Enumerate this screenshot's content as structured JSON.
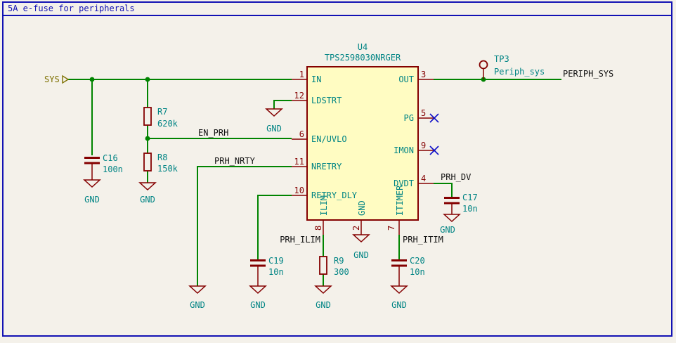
{
  "title_block": {
    "title": "5A e-fuse for peripherals"
  },
  "colors": {
    "background": "#f4f1ea",
    "frame": "#1212b4",
    "wire": "#008400",
    "symbol": "#840000",
    "pin_number": "#840000",
    "pin_name": "#008484",
    "label": "#101010",
    "global_label": "#7d7000",
    "noconnect": "#0f0fc8",
    "ic_fill": "#fffcc2"
  },
  "ic": {
    "reference": "U4",
    "value": "TPS2598030NRGER",
    "pins_left": [
      {
        "num": "1",
        "name": "IN"
      },
      {
        "num": "12",
        "name": "LDSTRT"
      },
      {
        "num": "6",
        "name": "EN/UVLO"
      },
      {
        "num": "11",
        "name": "NRETRY"
      },
      {
        "num": "10",
        "name": "RETRY_DLY"
      }
    ],
    "pins_right": [
      {
        "num": "3",
        "name": "OUT"
      },
      {
        "num": "5",
        "name": "PG"
      },
      {
        "num": "9",
        "name": "IMON"
      },
      {
        "num": "4",
        "name": "DVDT"
      }
    ],
    "pins_bottom": [
      {
        "num": "8",
        "name": "ILIM"
      },
      {
        "num": "2",
        "name": "GND"
      },
      {
        "num": "7",
        "name": "ITIMER"
      }
    ]
  },
  "components": {
    "r7": {
      "ref": "R7",
      "value": "620k"
    },
    "r8": {
      "ref": "R8",
      "value": "150k"
    },
    "r9": {
      "ref": "R9",
      "value": "300"
    },
    "c16": {
      "ref": "C16",
      "value": "100n"
    },
    "c17": {
      "ref": "C17",
      "value": "10n"
    },
    "c19": {
      "ref": "C19",
      "value": "10n"
    },
    "c20": {
      "ref": "C20",
      "value": "10n"
    },
    "tp3": {
      "ref": "TP3",
      "value": "Periph_sys"
    }
  },
  "net_labels": {
    "sys": "SYS",
    "periph_sys": "PERIPH_SYS",
    "en_prh": "EN_PRH",
    "prh_nrty": "PRH_NRTY",
    "prh_ilim": "PRH_ILIM",
    "prh_itim": "PRH_ITIM",
    "prh_dv": "PRH_DV",
    "gnd": "GND"
  }
}
